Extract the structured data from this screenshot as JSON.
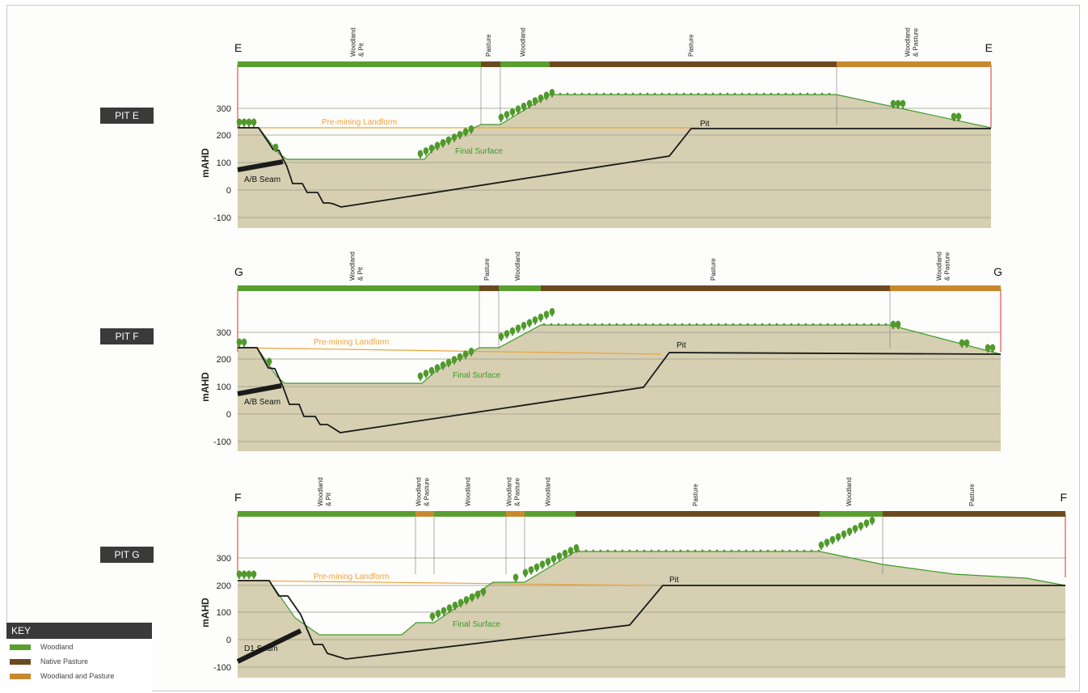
{
  "sections": [
    {
      "pit_label": "PIT E",
      "end_left": "E",
      "end_right": "E",
      "y_axis_label": "mAHD",
      "y_ticks": [
        "300",
        "200",
        "100",
        "0",
        "-100"
      ],
      "landuse": [
        {
          "label": "Woodland & Pit",
          "lines": [
            "Woodland",
            "& Pit"
          ],
          "type": "woodland"
        },
        {
          "label": "Pasture",
          "lines": [
            "Pasture"
          ],
          "type": "native_pasture"
        },
        {
          "label": "Woodland",
          "lines": [
            "Woodland"
          ],
          "type": "woodland"
        },
        {
          "label": "Pasture",
          "lines": [
            "Pasture"
          ],
          "type": "native_pasture"
        },
        {
          "label": "Woodland & Pasture",
          "lines": [
            "Woodland",
            "& Pasture"
          ],
          "type": "woodland_pasture"
        }
      ],
      "annotations": {
        "pre_mining": "Pre-mining Landform",
        "final_surface": "Final Surface",
        "pit": "Pit",
        "seam": "A/B Seam"
      }
    },
    {
      "pit_label": "PIT F",
      "end_left": "G",
      "end_right": "G",
      "y_axis_label": "mAHD",
      "y_ticks": [
        "300",
        "200",
        "100",
        "0",
        "-100"
      ],
      "landuse": [
        {
          "label": "Woodland & Pit",
          "lines": [
            "Woodland",
            "& Pit"
          ],
          "type": "woodland"
        },
        {
          "label": "Pasture",
          "lines": [
            "Pasture"
          ],
          "type": "native_pasture"
        },
        {
          "label": "Woodland",
          "lines": [
            "Woodland"
          ],
          "type": "woodland"
        },
        {
          "label": "Pasture",
          "lines": [
            "Pasture"
          ],
          "type": "native_pasture"
        },
        {
          "label": "Woodland & Pasture",
          "lines": [
            "Woodland",
            "& Pasture"
          ],
          "type": "woodland_pasture"
        }
      ],
      "annotations": {
        "pre_mining": "Pre-mining Landform",
        "final_surface": "Final Surface",
        "pit": "Pit",
        "seam": "A/B Seam"
      }
    },
    {
      "pit_label": "PIT G",
      "end_left": "F",
      "end_right": "F",
      "y_axis_label": "mAHD",
      "y_ticks": [
        "300",
        "200",
        "100",
        "0",
        "-100"
      ],
      "landuse": [
        {
          "label": "Woodland & Pit",
          "lines": [
            "Woodland",
            "& Pit"
          ],
          "type": "woodland"
        },
        {
          "label": "Woodland & Pasture",
          "lines": [
            "Woodland",
            "& Pasture"
          ],
          "type": "woodland_pasture"
        },
        {
          "label": "Woodland",
          "lines": [
            "Woodland"
          ],
          "type": "woodland"
        },
        {
          "label": "Woodland & Pasture",
          "lines": [
            "Woodland",
            "& Pasture"
          ],
          "type": "woodland_pasture"
        },
        {
          "label": "Woodland",
          "lines": [
            "Woodland"
          ],
          "type": "woodland"
        },
        {
          "label": "Pasture",
          "lines": [
            "Pasture"
          ],
          "type": "native_pasture"
        },
        {
          "label": "Woodland",
          "lines": [
            "Woodland"
          ],
          "type": "woodland"
        },
        {
          "label": "Pasture",
          "lines": [
            "Pasture"
          ],
          "type": "native_pasture"
        }
      ],
      "annotations": {
        "pre_mining": "Pre-mining Landform",
        "final_surface": "Final Surface",
        "pit": "Pit",
        "seam": "D1 Seam"
      }
    }
  ],
  "key": {
    "title": "KEY",
    "items": [
      {
        "label": "Woodland",
        "color": "#5a9e2f"
      },
      {
        "label": "Native Pasture",
        "color": "#6b4a1f"
      },
      {
        "label": "Woodland and Pasture",
        "color": "#c8892e"
      }
    ]
  },
  "colors": {
    "woodland": "#5a9e2f",
    "native_pasture": "#6b4a1f",
    "woodland_pasture": "#c8892e",
    "fill": "#d6cfb1",
    "pre_mining_line": "#f0a23c",
    "final_surface_line": "#3f9a2a",
    "pit_line": "#1a1a1a",
    "frame_edge": "#e0302c",
    "grid": "#9a9a8a"
  }
}
